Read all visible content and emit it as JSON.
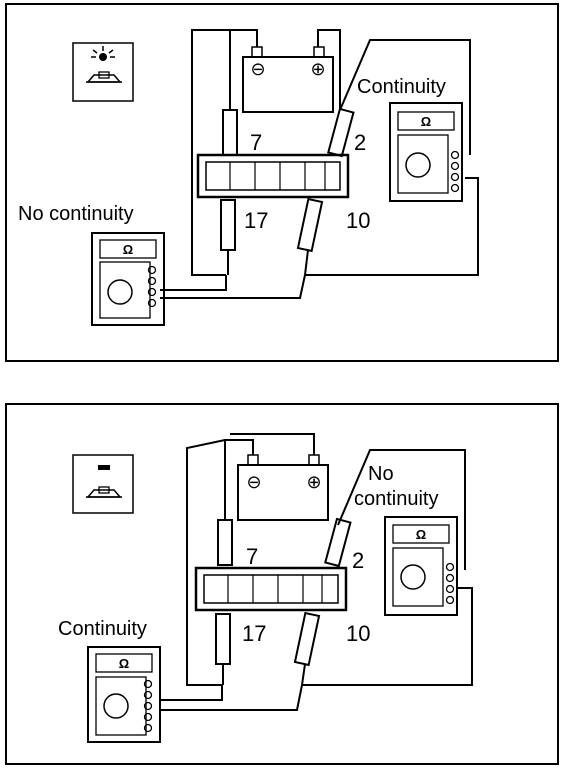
{
  "panels": [
    {
      "top_left_label": "",
      "left_meter_caption": "No continuity",
      "right_meter_caption_line1": "Continuity",
      "right_meter_caption_line2": "",
      "pin_top_left": "7",
      "pin_top_right": "2",
      "pin_bottom_left": "17",
      "pin_bottom_right": "10",
      "meter_ohm_symbol": "Ω",
      "battery_neg": "⊖",
      "battery_pos": "⊕",
      "indicator_icon": "lamp-on-icon"
    },
    {
      "top_left_label": "",
      "left_meter_caption": "Continuity",
      "right_meter_caption_line1": "No",
      "right_meter_caption_line2": "continuity",
      "pin_top_left": "7",
      "pin_top_right": "2",
      "pin_bottom_left": "17",
      "pin_bottom_right": "10",
      "meter_ohm_symbol": "Ω",
      "battery_neg": "⊖",
      "battery_pos": "⊕",
      "indicator_icon": "lamp-off-icon"
    }
  ]
}
